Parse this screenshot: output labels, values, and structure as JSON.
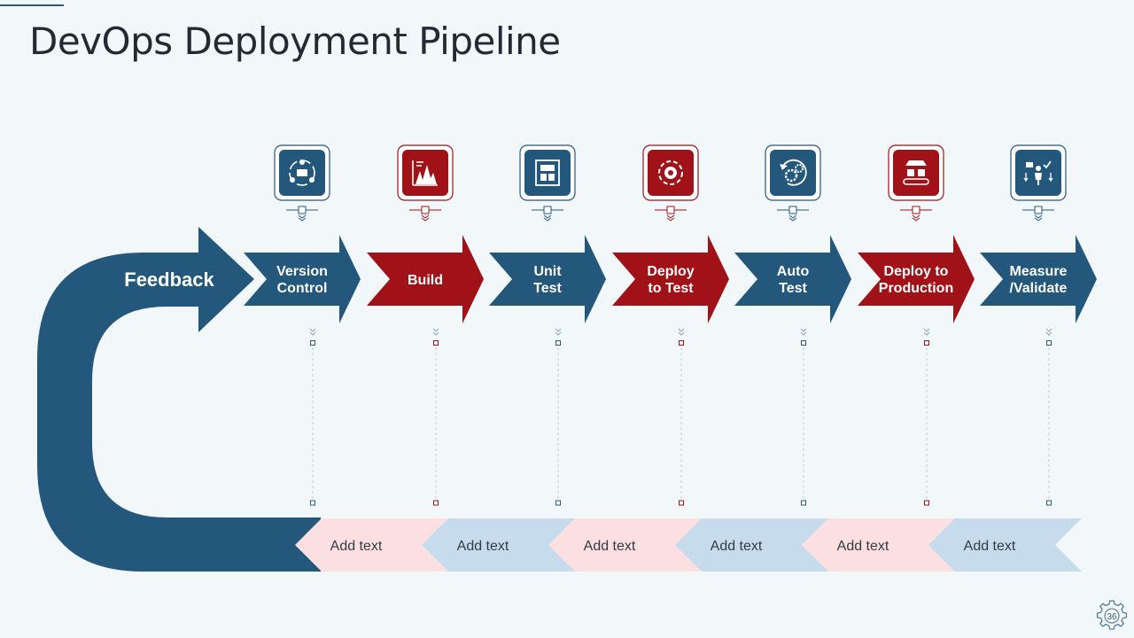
{
  "title": "DevOps Deployment Pipeline",
  "feedback_label": "Feedback",
  "colors": {
    "blue": "#23577c",
    "red": "#a01218",
    "pink_tile": "#fbdfe1",
    "blue_tile": "#c6dced",
    "background": "#f2f7fa"
  },
  "stages": [
    {
      "line1": "Version",
      "line2": "Control",
      "color": "blue",
      "icon": "team-circle-icon"
    },
    {
      "line1": "Build",
      "line2": "",
      "color": "red",
      "icon": "build-chart-icon"
    },
    {
      "line1": "Unit",
      "line2": "Test",
      "color": "blue",
      "icon": "test-panel-icon"
    },
    {
      "line1": "Deploy",
      "line2": "to Test",
      "color": "red",
      "icon": "deploy-gear-icon"
    },
    {
      "line1": "Auto",
      "line2": "Test",
      "color": "blue",
      "icon": "auto-gear-icon"
    },
    {
      "line1": "Deploy to",
      "line2": "Production",
      "color": "red",
      "icon": "production-icon"
    },
    {
      "line1": "Measure",
      "line2": "/Validate",
      "color": "blue",
      "icon": "measure-icon"
    }
  ],
  "text_tiles": [
    {
      "text": "Add text",
      "color": "pink_tile"
    },
    {
      "text": "Add text",
      "color": "blue_tile"
    },
    {
      "text": "Add text",
      "color": "pink_tile"
    },
    {
      "text": "Add text",
      "color": "blue_tile"
    },
    {
      "text": "Add text",
      "color": "pink_tile"
    },
    {
      "text": "Add text",
      "color": "blue_tile"
    }
  ],
  "page_number": "36"
}
